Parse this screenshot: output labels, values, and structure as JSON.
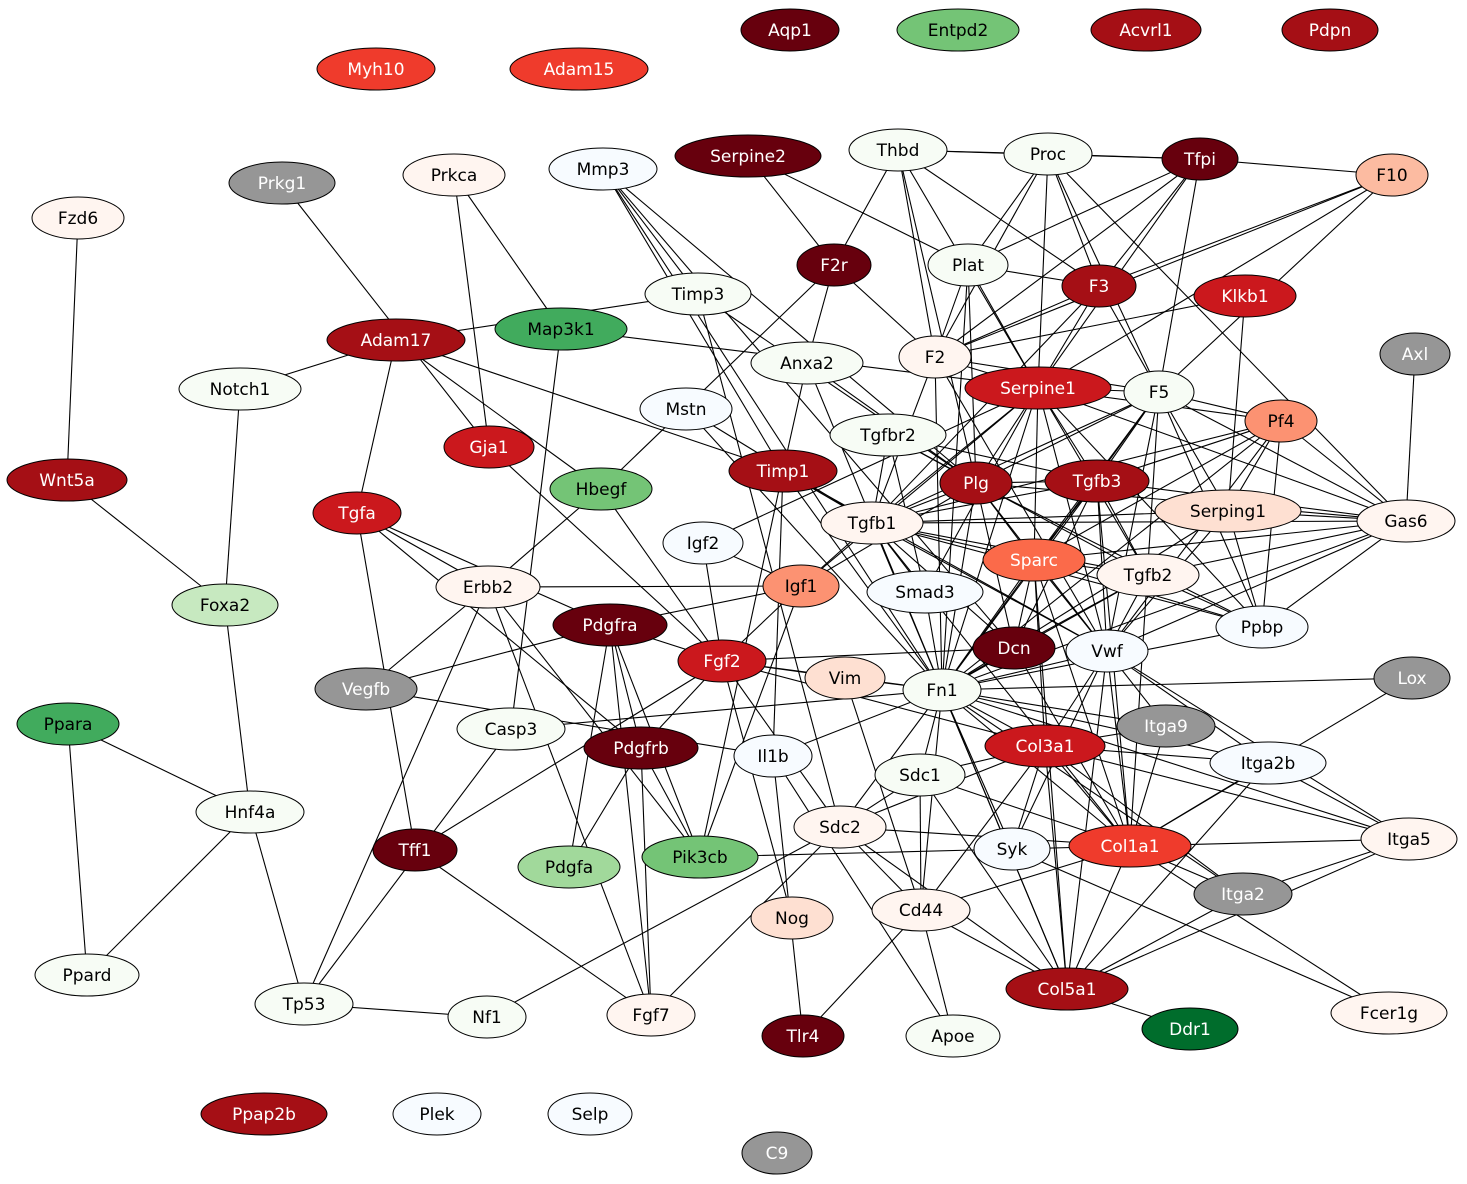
{
  "palette": {
    "red4": "#67000d",
    "red3": "#a50f15",
    "red2": "#cb181d",
    "red1": "#ef3b2c",
    "red0": "#fb6a4a",
    "salmon": "#fc9272",
    "peach": "#fcbba1",
    "pink": "#fee0d2",
    "blush": "#fff5f0",
    "mint": "#f7fcf5",
    "ice": "#f7fbff",
    "lgreen": "#c7e9c0",
    "green1": "#a1d99b",
    "green2": "#74c476",
    "green3": "#41ab5d",
    "green4": "#006d2c",
    "gray": "#969696"
  },
  "nodes": [
    {
      "id": "Aqp1",
      "label": "Aqp1",
      "fill": "red4"
    },
    {
      "id": "Entpd2",
      "label": "Entpd2",
      "fill": "green2"
    },
    {
      "id": "Acvrl1",
      "label": "Acvrl1",
      "fill": "red3"
    },
    {
      "id": "Pdpn",
      "label": "Pdpn",
      "fill": "red3"
    },
    {
      "id": "Myh10",
      "label": "Myh10",
      "fill": "red1"
    },
    {
      "id": "Adam15",
      "label": "Adam15",
      "fill": "red1"
    },
    {
      "id": "Thbd",
      "label": "Thbd",
      "fill": "mint"
    },
    {
      "id": "Proc",
      "label": "Proc",
      "fill": "mint"
    },
    {
      "id": "Tfpi",
      "label": "Tfpi",
      "fill": "red4"
    },
    {
      "id": "F10",
      "label": "F10",
      "fill": "peach"
    },
    {
      "id": "Serpine2",
      "label": "Serpine2",
      "fill": "red4"
    },
    {
      "id": "Mmp3",
      "label": "Mmp3",
      "fill": "ice"
    },
    {
      "id": "Prkca",
      "label": "Prkca",
      "fill": "blush"
    },
    {
      "id": "Prkg1",
      "label": "Prkg1",
      "fill": "gray"
    },
    {
      "id": "Fzd6",
      "label": "Fzd6",
      "fill": "blush"
    },
    {
      "id": "F2r",
      "label": "F2r",
      "fill": "red4"
    },
    {
      "id": "Plat",
      "label": "Plat",
      "fill": "mint"
    },
    {
      "id": "F3",
      "label": "F3",
      "fill": "red3"
    },
    {
      "id": "Klkb1",
      "label": "Klkb1",
      "fill": "red2"
    },
    {
      "id": "Timp3",
      "label": "Timp3",
      "fill": "mint"
    },
    {
      "id": "Map3k1",
      "label": "Map3k1",
      "fill": "green3"
    },
    {
      "id": "Adam17",
      "label": "Adam17",
      "fill": "red3"
    },
    {
      "id": "Axl",
      "label": "Axl",
      "fill": "gray"
    },
    {
      "id": "F2",
      "label": "F2",
      "fill": "blush"
    },
    {
      "id": "Anxa2",
      "label": "Anxa2",
      "fill": "mint"
    },
    {
      "id": "Notch1",
      "label": "Notch1",
      "fill": "mint"
    },
    {
      "id": "Serpine1",
      "label": "Serpine1",
      "fill": "red2"
    },
    {
      "id": "F5",
      "label": "F5",
      "fill": "mint"
    },
    {
      "id": "Mstn",
      "label": "Mstn",
      "fill": "ice"
    },
    {
      "id": "Pf4",
      "label": "Pf4",
      "fill": "salmon"
    },
    {
      "id": "Gja1",
      "label": "Gja1",
      "fill": "red2"
    },
    {
      "id": "Tgfbr2",
      "label": "Tgfbr2",
      "fill": "mint"
    },
    {
      "id": "Wnt5a",
      "label": "Wnt5a",
      "fill": "red3"
    },
    {
      "id": "Timp1",
      "label": "Timp1",
      "fill": "red3"
    },
    {
      "id": "Plg",
      "label": "Plg",
      "fill": "red3"
    },
    {
      "id": "Tgfb3",
      "label": "Tgfb3",
      "fill": "red3"
    },
    {
      "id": "Hbegf",
      "label": "Hbegf",
      "fill": "green2"
    },
    {
      "id": "Tgfa",
      "label": "Tgfa",
      "fill": "red2"
    },
    {
      "id": "Serping1",
      "label": "Serping1",
      "fill": "pink"
    },
    {
      "id": "Gas6",
      "label": "Gas6",
      "fill": "blush"
    },
    {
      "id": "Tgfb1",
      "label": "Tgfb1",
      "fill": "blush"
    },
    {
      "id": "Igf2",
      "label": "Igf2",
      "fill": "ice"
    },
    {
      "id": "Sparc",
      "label": "Sparc",
      "fill": "red0"
    },
    {
      "id": "Tgfb2",
      "label": "Tgfb2",
      "fill": "blush"
    },
    {
      "id": "Erbb2",
      "label": "Erbb2",
      "fill": "blush"
    },
    {
      "id": "Igf1",
      "label": "Igf1",
      "fill": "salmon"
    },
    {
      "id": "Smad3",
      "label": "Smad3",
      "fill": "ice"
    },
    {
      "id": "Foxa2",
      "label": "Foxa2",
      "fill": "lgreen"
    },
    {
      "id": "Pdgfra",
      "label": "Pdgfra",
      "fill": "red4"
    },
    {
      "id": "Ppbp",
      "label": "Ppbp",
      "fill": "ice"
    },
    {
      "id": "Dcn",
      "label": "Dcn",
      "fill": "red4"
    },
    {
      "id": "Vwf",
      "label": "Vwf",
      "fill": "ice"
    },
    {
      "id": "Fgf2",
      "label": "Fgf2",
      "fill": "red2"
    },
    {
      "id": "Vim",
      "label": "Vim",
      "fill": "pink"
    },
    {
      "id": "Vegfb",
      "label": "Vegfb",
      "fill": "gray"
    },
    {
      "id": "Fn1",
      "label": "Fn1",
      "fill": "mint"
    },
    {
      "id": "Lox",
      "label": "Lox",
      "fill": "gray"
    },
    {
      "id": "Ppara",
      "label": "Ppara",
      "fill": "green3"
    },
    {
      "id": "Itga9",
      "label": "Itga9",
      "fill": "gray"
    },
    {
      "id": "Casp3",
      "label": "Casp3",
      "fill": "mint"
    },
    {
      "id": "Pdgfrb",
      "label": "Pdgfrb",
      "fill": "red4"
    },
    {
      "id": "Col3a1",
      "label": "Col3a1",
      "fill": "red2"
    },
    {
      "id": "Il1b",
      "label": "Il1b",
      "fill": "ice"
    },
    {
      "id": "Itga2b",
      "label": "Itga2b",
      "fill": "ice"
    },
    {
      "id": "Hnf4a",
      "label": "Hnf4a",
      "fill": "mint"
    },
    {
      "id": "Sdc1",
      "label": "Sdc1",
      "fill": "mint"
    },
    {
      "id": "Sdc2",
      "label": "Sdc2",
      "fill": "blush"
    },
    {
      "id": "Itga5",
      "label": "Itga5",
      "fill": "blush"
    },
    {
      "id": "Tff1",
      "label": "Tff1",
      "fill": "red4"
    },
    {
      "id": "Syk",
      "label": "Syk",
      "fill": "ice"
    },
    {
      "id": "Col1a1",
      "label": "Col1a1",
      "fill": "red1"
    },
    {
      "id": "Pdgfa",
      "label": "Pdgfa",
      "fill": "green1"
    },
    {
      "id": "Pik3cb",
      "label": "Pik3cb",
      "fill": "green2"
    },
    {
      "id": "Itga2",
      "label": "Itga2",
      "fill": "gray"
    },
    {
      "id": "Nog",
      "label": "Nog",
      "fill": "pink"
    },
    {
      "id": "Cd44",
      "label": "Cd44",
      "fill": "blush"
    },
    {
      "id": "Ppard",
      "label": "Ppard",
      "fill": "mint"
    },
    {
      "id": "Col5a1",
      "label": "Col5a1",
      "fill": "red3"
    },
    {
      "id": "Fcer1g",
      "label": "Fcer1g",
      "fill": "blush"
    },
    {
      "id": "Tp53",
      "label": "Tp53",
      "fill": "mint"
    },
    {
      "id": "Nf1",
      "label": "Nf1",
      "fill": "mint"
    },
    {
      "id": "Fgf7",
      "label": "Fgf7",
      "fill": "blush"
    },
    {
      "id": "Tlr4",
      "label": "Tlr4",
      "fill": "red4"
    },
    {
      "id": "Apoe",
      "label": "Apoe",
      "fill": "mint"
    },
    {
      "id": "Ddr1",
      "label": "Ddr1",
      "fill": "green4"
    },
    {
      "id": "Ppap2b",
      "label": "Ppap2b",
      "fill": "red3"
    },
    {
      "id": "Plek",
      "label": "Plek",
      "fill": "ice"
    },
    {
      "id": "Selp",
      "label": "Selp",
      "fill": "ice"
    },
    {
      "id": "C9",
      "label": "C9",
      "fill": "gray"
    }
  ],
  "edges": [
    [
      "Fzd6",
      "Wnt5a"
    ],
    [
      "Wnt5a",
      "Foxa2"
    ],
    [
      "Foxa2",
      "Notch1"
    ],
    [
      "Foxa2",
      "Hnf4a"
    ],
    [
      "Notch1",
      "Adam17"
    ],
    [
      "Ppara",
      "Hnf4a"
    ],
    [
      "Ppara",
      "Ppard"
    ],
    [
      "Hnf4a",
      "Ppard"
    ],
    [
      "Hnf4a",
      "Tp53"
    ],
    [
      "Tp53",
      "Nf1"
    ],
    [
      "Tp53",
      "Casp3"
    ],
    [
      "Tp53",
      "Erbb2"
    ],
    [
      "Nf1",
      "Sdc2"
    ],
    [
      "Prkg1",
      "Gja1"
    ],
    [
      "Prkca",
      "Gja1"
    ],
    [
      "Prkca",
      "Map3k1"
    ],
    [
      "Map3k1",
      "Casp3"
    ],
    [
      "Map3k1",
      "Serpine1"
    ],
    [
      "Adam17",
      "Tgfa"
    ],
    [
      "Adam17",
      "Hbegf"
    ],
    [
      "Adam17",
      "Timp1"
    ],
    [
      "Adam17",
      "Timp3"
    ],
    [
      "Gja1",
      "Fgf2"
    ],
    [
      "Tgfa",
      "Erbb2"
    ],
    [
      "Tgfa",
      "Tff1"
    ],
    [
      "Tgfa",
      "Pdgfra"
    ],
    [
      "Tgfa",
      "Pdgfrb"
    ],
    [
      "Erbb2",
      "Hbegf"
    ],
    [
      "Erbb2",
      "Igf1"
    ],
    [
      "Erbb2",
      "Vegfb"
    ],
    [
      "Erbb2",
      "Pik3cb"
    ],
    [
      "Erbb2",
      "Fgf7"
    ],
    [
      "Hbegf",
      "F2r"
    ],
    [
      "Hbegf",
      "Fgf2"
    ],
    [
      "Vegfb",
      "Pdgfra"
    ],
    [
      "Vegfb",
      "Il1b"
    ],
    [
      "Pdgfra",
      "Pdgfa"
    ],
    [
      "Pdgfra",
      "Fgf2"
    ],
    [
      "Pdgfra",
      "Pik3cb"
    ],
    [
      "Pdgfra",
      "Fgf7"
    ],
    [
      "Pdgfra",
      "Pdgfrb"
    ],
    [
      "Pdgfra",
      "Igf1"
    ],
    [
      "Pdgfrb",
      "Pdgfa"
    ],
    [
      "Pdgfrb",
      "Pik3cb"
    ],
    [
      "Pdgfrb",
      "Fgf2"
    ],
    [
      "Pdgfrb",
      "Fgf7"
    ],
    [
      "Tff1",
      "Fgf2"
    ],
    [
      "Tff1",
      "Fgf7"
    ],
    [
      "Fgf2",
      "Fn1"
    ],
    [
      "Fgf2",
      "Vim"
    ],
    [
      "Fgf2",
      "Nog"
    ],
    [
      "Fgf2",
      "Sdc2"
    ],
    [
      "Fgf2",
      "Igf1"
    ],
    [
      "Fgf2",
      "Igf2"
    ],
    [
      "Fgf2",
      "Col3a1"
    ],
    [
      "Fgf2",
      "Dcn"
    ],
    [
      "Igf1",
      "Igf2"
    ],
    [
      "Igf1",
      "Pik3cb"
    ],
    [
      "Igf1",
      "Serpine1"
    ],
    [
      "Igf1",
      "Plg"
    ],
    [
      "Igf2",
      "Serpine1"
    ],
    [
      "Il1b",
      "Fn1"
    ],
    [
      "Il1b",
      "Tlr4"
    ],
    [
      "Il1b",
      "Apoe"
    ],
    [
      "Il1b",
      "Timp1"
    ],
    [
      "Casp3",
      "Fn1"
    ],
    [
      "Mmp3",
      "Timp3"
    ],
    [
      "Mmp3",
      "Plg"
    ],
    [
      "Mmp3",
      "Timp1"
    ],
    [
      "Mmp3",
      "Fn1"
    ],
    [
      "Mmp3",
      "Dcn"
    ],
    [
      "Serpine2",
      "F2r"
    ],
    [
      "Serpine2",
      "Plat"
    ],
    [
      "Thbd",
      "F2r"
    ],
    [
      "Thbd",
      "Proc"
    ],
    [
      "Thbd",
      "Tfpi"
    ],
    [
      "Thbd",
      "F2"
    ],
    [
      "Thbd",
      "Plg"
    ],
    [
      "Thbd",
      "F3"
    ],
    [
      "Thbd",
      "Serpine1"
    ],
    [
      "Proc",
      "Tfpi"
    ],
    [
      "Proc",
      "Plat"
    ],
    [
      "Proc",
      "F2"
    ],
    [
      "Proc",
      "F5"
    ],
    [
      "Proc",
      "F3"
    ],
    [
      "Proc",
      "Gas6"
    ],
    [
      "Proc",
      "Serpine1"
    ],
    [
      "Tfpi",
      "F10"
    ],
    [
      "Tfpi",
      "F2"
    ],
    [
      "Tfpi",
      "F3"
    ],
    [
      "Tfpi",
      "Plat"
    ],
    [
      "Tfpi",
      "F5"
    ],
    [
      "Tfpi",
      "Serpine1"
    ],
    [
      "F10",
      "F2"
    ],
    [
      "F10",
      "F3"
    ],
    [
      "F10",
      "F5"
    ],
    [
      "F10",
      "Serpine1"
    ],
    [
      "F2r",
      "F2"
    ],
    [
      "F2r",
      "Anxa2"
    ],
    [
      "Plat",
      "F3"
    ],
    [
      "Plat",
      "F2"
    ],
    [
      "Plat",
      "Plg"
    ],
    [
      "Plat",
      "Serpine1"
    ],
    [
      "Plat",
      "Fn1"
    ],
    [
      "F3",
      "F2"
    ],
    [
      "F3",
      "F5"
    ],
    [
      "F3",
      "Serpine1"
    ],
    [
      "F3",
      "Tgfb1"
    ],
    [
      "Klkb1",
      "F2"
    ],
    [
      "Klkb1",
      "Serping1"
    ],
    [
      "Timp3",
      "Plg"
    ],
    [
      "Timp3",
      "Sdc2"
    ],
    [
      "Anxa2",
      "Plg"
    ],
    [
      "Anxa2",
      "Timp1"
    ],
    [
      "Anxa2",
      "Fn1"
    ],
    [
      "F2",
      "Serpine1"
    ],
    [
      "F2",
      "F5"
    ],
    [
      "F2",
      "Tgfb1"
    ],
    [
      "F2",
      "Fn1"
    ],
    [
      "F2",
      "Vwf"
    ],
    [
      "Serpine1",
      "F5"
    ],
    [
      "Serpine1",
      "Pf4"
    ],
    [
      "Serpine1",
      "Plg"
    ],
    [
      "Serpine1",
      "Tgfb3"
    ],
    [
      "Serpine1",
      "Tgfb1"
    ],
    [
      "Serpine1",
      "Sparc"
    ],
    [
      "Serpine1",
      "Tgfb2"
    ],
    [
      "Serpine1",
      "Vwf"
    ],
    [
      "Serpine1",
      "Fn1"
    ],
    [
      "Serpine1",
      "Gas6"
    ],
    [
      "Serpine1",
      "Smad3"
    ],
    [
      "Serpine1",
      "Ppbp"
    ],
    [
      "F5",
      "Pf4"
    ],
    [
      "F5",
      "Vwf"
    ],
    [
      "F5",
      "Serping1"
    ],
    [
      "F5",
      "Gas6"
    ],
    [
      "F5",
      "Tgfb1"
    ],
    [
      "F5",
      "Plg"
    ],
    [
      "F5",
      "Sparc"
    ],
    [
      "F5",
      "Tgfb3"
    ],
    [
      "F5",
      "Fn1"
    ],
    [
      "F5",
      "Ppbp"
    ],
    [
      "F5",
      "Col1a1"
    ],
    [
      "Axl",
      "Gas6"
    ],
    [
      "Pf4",
      "Gas6"
    ],
    [
      "Pf4",
      "Serping1"
    ],
    [
      "Pf4",
      "Ppbp"
    ],
    [
      "Pf4",
      "Vwf"
    ],
    [
      "Pf4",
      "Tgfb1"
    ],
    [
      "Pf4",
      "Tgfb3"
    ],
    [
      "Pf4",
      "Sparc"
    ],
    [
      "Pf4",
      "Fn1"
    ],
    [
      "Mstn",
      "Fn1"
    ],
    [
      "Mstn",
      "Tgfb1"
    ],
    [
      "Tgfbr2",
      "Tgfb1"
    ],
    [
      "Tgfbr2",
      "Tgfb2"
    ],
    [
      "Tgfbr2",
      "Tgfb3"
    ],
    [
      "Tgfbr2",
      "Smad3"
    ],
    [
      "Tgfbr2",
      "Plg"
    ],
    [
      "Timp1",
      "Tgfb1"
    ],
    [
      "Timp1",
      "Pik3cb"
    ],
    [
      "Timp1",
      "Fn1"
    ],
    [
      "Timp1",
      "Vwf"
    ],
    [
      "Plg",
      "Tgfb1"
    ],
    [
      "Plg",
      "Sparc"
    ],
    [
      "Plg",
      "Tgfb3"
    ],
    [
      "Plg",
      "Fn1"
    ],
    [
      "Plg",
      "Dcn"
    ],
    [
      "Plg",
      "Vwf"
    ],
    [
      "Plg",
      "Ppbp"
    ],
    [
      "Plg",
      "Gas6"
    ],
    [
      "Tgfb3",
      "Tgfb1"
    ],
    [
      "Tgfb3",
      "Sparc"
    ],
    [
      "Tgfb3",
      "Tgfb2"
    ],
    [
      "Tgfb3",
      "Fn1"
    ],
    [
      "Tgfb3",
      "Dcn"
    ],
    [
      "Tgfb3",
      "Vwf"
    ],
    [
      "Tgfb3",
      "Col1a1"
    ],
    [
      "Tgfb3",
      "Gas6"
    ],
    [
      "Serping1",
      "Gas6"
    ],
    [
      "Serping1",
      "Ppbp"
    ],
    [
      "Serping1",
      "Tgfb1"
    ],
    [
      "Serping1",
      "Fn1"
    ],
    [
      "Serping1",
      "Vwf"
    ],
    [
      "Gas6",
      "Tgfb1"
    ],
    [
      "Gas6",
      "Vwf"
    ],
    [
      "Gas6",
      "Ppbp"
    ],
    [
      "Gas6",
      "Sparc"
    ],
    [
      "Gas6",
      "Fn1"
    ],
    [
      "Gas6",
      "Tgfb2"
    ],
    [
      "Tgfb1",
      "Sparc"
    ],
    [
      "Tgfb1",
      "Tgfb2"
    ],
    [
      "Tgfb1",
      "Smad3"
    ],
    [
      "Tgfb1",
      "Fn1"
    ],
    [
      "Tgfb1",
      "Dcn"
    ],
    [
      "Tgfb1",
      "Vwf"
    ],
    [
      "Tgfb1",
      "Igf1"
    ],
    [
      "Tgfb1",
      "Ppbp"
    ],
    [
      "Tgfb1",
      "Col1a1"
    ],
    [
      "Sparc",
      "Tgfb2"
    ],
    [
      "Sparc",
      "Fn1"
    ],
    [
      "Sparc",
      "Dcn"
    ],
    [
      "Sparc",
      "Vwf"
    ],
    [
      "Sparc",
      "Col1a1"
    ],
    [
      "Sparc",
      "Col3a1"
    ],
    [
      "Sparc",
      "Col5a1"
    ],
    [
      "Sparc",
      "Ppbp"
    ],
    [
      "Tgfb2",
      "Fn1"
    ],
    [
      "Tgfb2",
      "Vwf"
    ],
    [
      "Tgfb2",
      "Dcn"
    ],
    [
      "Tgfb2",
      "Ppbp"
    ],
    [
      "Smad3",
      "Fn1"
    ],
    [
      "Dcn",
      "Fn1"
    ],
    [
      "Dcn",
      "Col1a1"
    ],
    [
      "Vwf",
      "Fn1"
    ],
    [
      "Vwf",
      "Itga2b"
    ],
    [
      "Vwf",
      "Col1a1"
    ],
    [
      "Vwf",
      "Col3a1"
    ],
    [
      "Vwf",
      "Col5a1"
    ],
    [
      "Vwf",
      "Itga9"
    ],
    [
      "Vwf",
      "Itga5"
    ],
    [
      "Vwf",
      "Syk"
    ],
    [
      "Ppbp",
      "Fn1"
    ],
    [
      "Vim",
      "Cd44"
    ],
    [
      "Vim",
      "Fn1"
    ],
    [
      "Fn1",
      "Lox"
    ],
    [
      "Fn1",
      "Itga9"
    ],
    [
      "Fn1",
      "Col3a1"
    ],
    [
      "Fn1",
      "Itga2b"
    ],
    [
      "Fn1",
      "Sdc1"
    ],
    [
      "Fn1",
      "Sdc2"
    ],
    [
      "Fn1",
      "Syk"
    ],
    [
      "Fn1",
      "Col1a1"
    ],
    [
      "Fn1",
      "Itga5"
    ],
    [
      "Fn1",
      "Itga2"
    ],
    [
      "Fn1",
      "Cd44"
    ],
    [
      "Fn1",
      "Col5a1"
    ],
    [
      "Lox",
      "Col1a1"
    ],
    [
      "Itga9",
      "Col3a1"
    ],
    [
      "Itga9",
      "Col1a1"
    ],
    [
      "Col3a1",
      "Itga2b"
    ],
    [
      "Col3a1",
      "Sdc1"
    ],
    [
      "Col3a1",
      "Sdc2"
    ],
    [
      "Col3a1",
      "Col1a1"
    ],
    [
      "Col3a1",
      "Itga2"
    ],
    [
      "Col3a1",
      "Itga5"
    ],
    [
      "Col3a1",
      "Cd44"
    ],
    [
      "Col3a1",
      "Col5a1"
    ],
    [
      "Col3a1",
      "Syk"
    ],
    [
      "Itga2b",
      "Col1a1"
    ],
    [
      "Itga2b",
      "Itga5"
    ],
    [
      "Itga2b",
      "Col5a1"
    ],
    [
      "Sdc1",
      "Sdc2"
    ],
    [
      "Sdc1",
      "Cd44"
    ],
    [
      "Sdc1",
      "Col1a1"
    ],
    [
      "Sdc1",
      "Col5a1"
    ],
    [
      "Sdc2",
      "Cd44"
    ],
    [
      "Sdc2",
      "Fgf7"
    ],
    [
      "Sdc2",
      "Col5a1"
    ],
    [
      "Sdc2",
      "Col1a1"
    ],
    [
      "Syk",
      "Pik3cb"
    ],
    [
      "Syk",
      "Fcer1g"
    ],
    [
      "Syk",
      "Col1a1"
    ],
    [
      "Col1a1",
      "Itga5"
    ],
    [
      "Col1a1",
      "Itga2"
    ],
    [
      "Col1a1",
      "Col5a1"
    ],
    [
      "Col1a1",
      "Cd44"
    ],
    [
      "Col1a1",
      "Fcer1g"
    ],
    [
      "Itga2",
      "Col5a1"
    ],
    [
      "Itga2",
      "Itga5"
    ],
    [
      "Itga5",
      "Col5a1"
    ],
    [
      "Cd44",
      "Col5a1"
    ],
    [
      "Cd44",
      "Tlr4"
    ],
    [
      "Cd44",
      "Apoe"
    ],
    [
      "Col5a1",
      "Ddr1"
    ],
    [
      "Col5a1",
      "Fn1"
    ]
  ]
}
